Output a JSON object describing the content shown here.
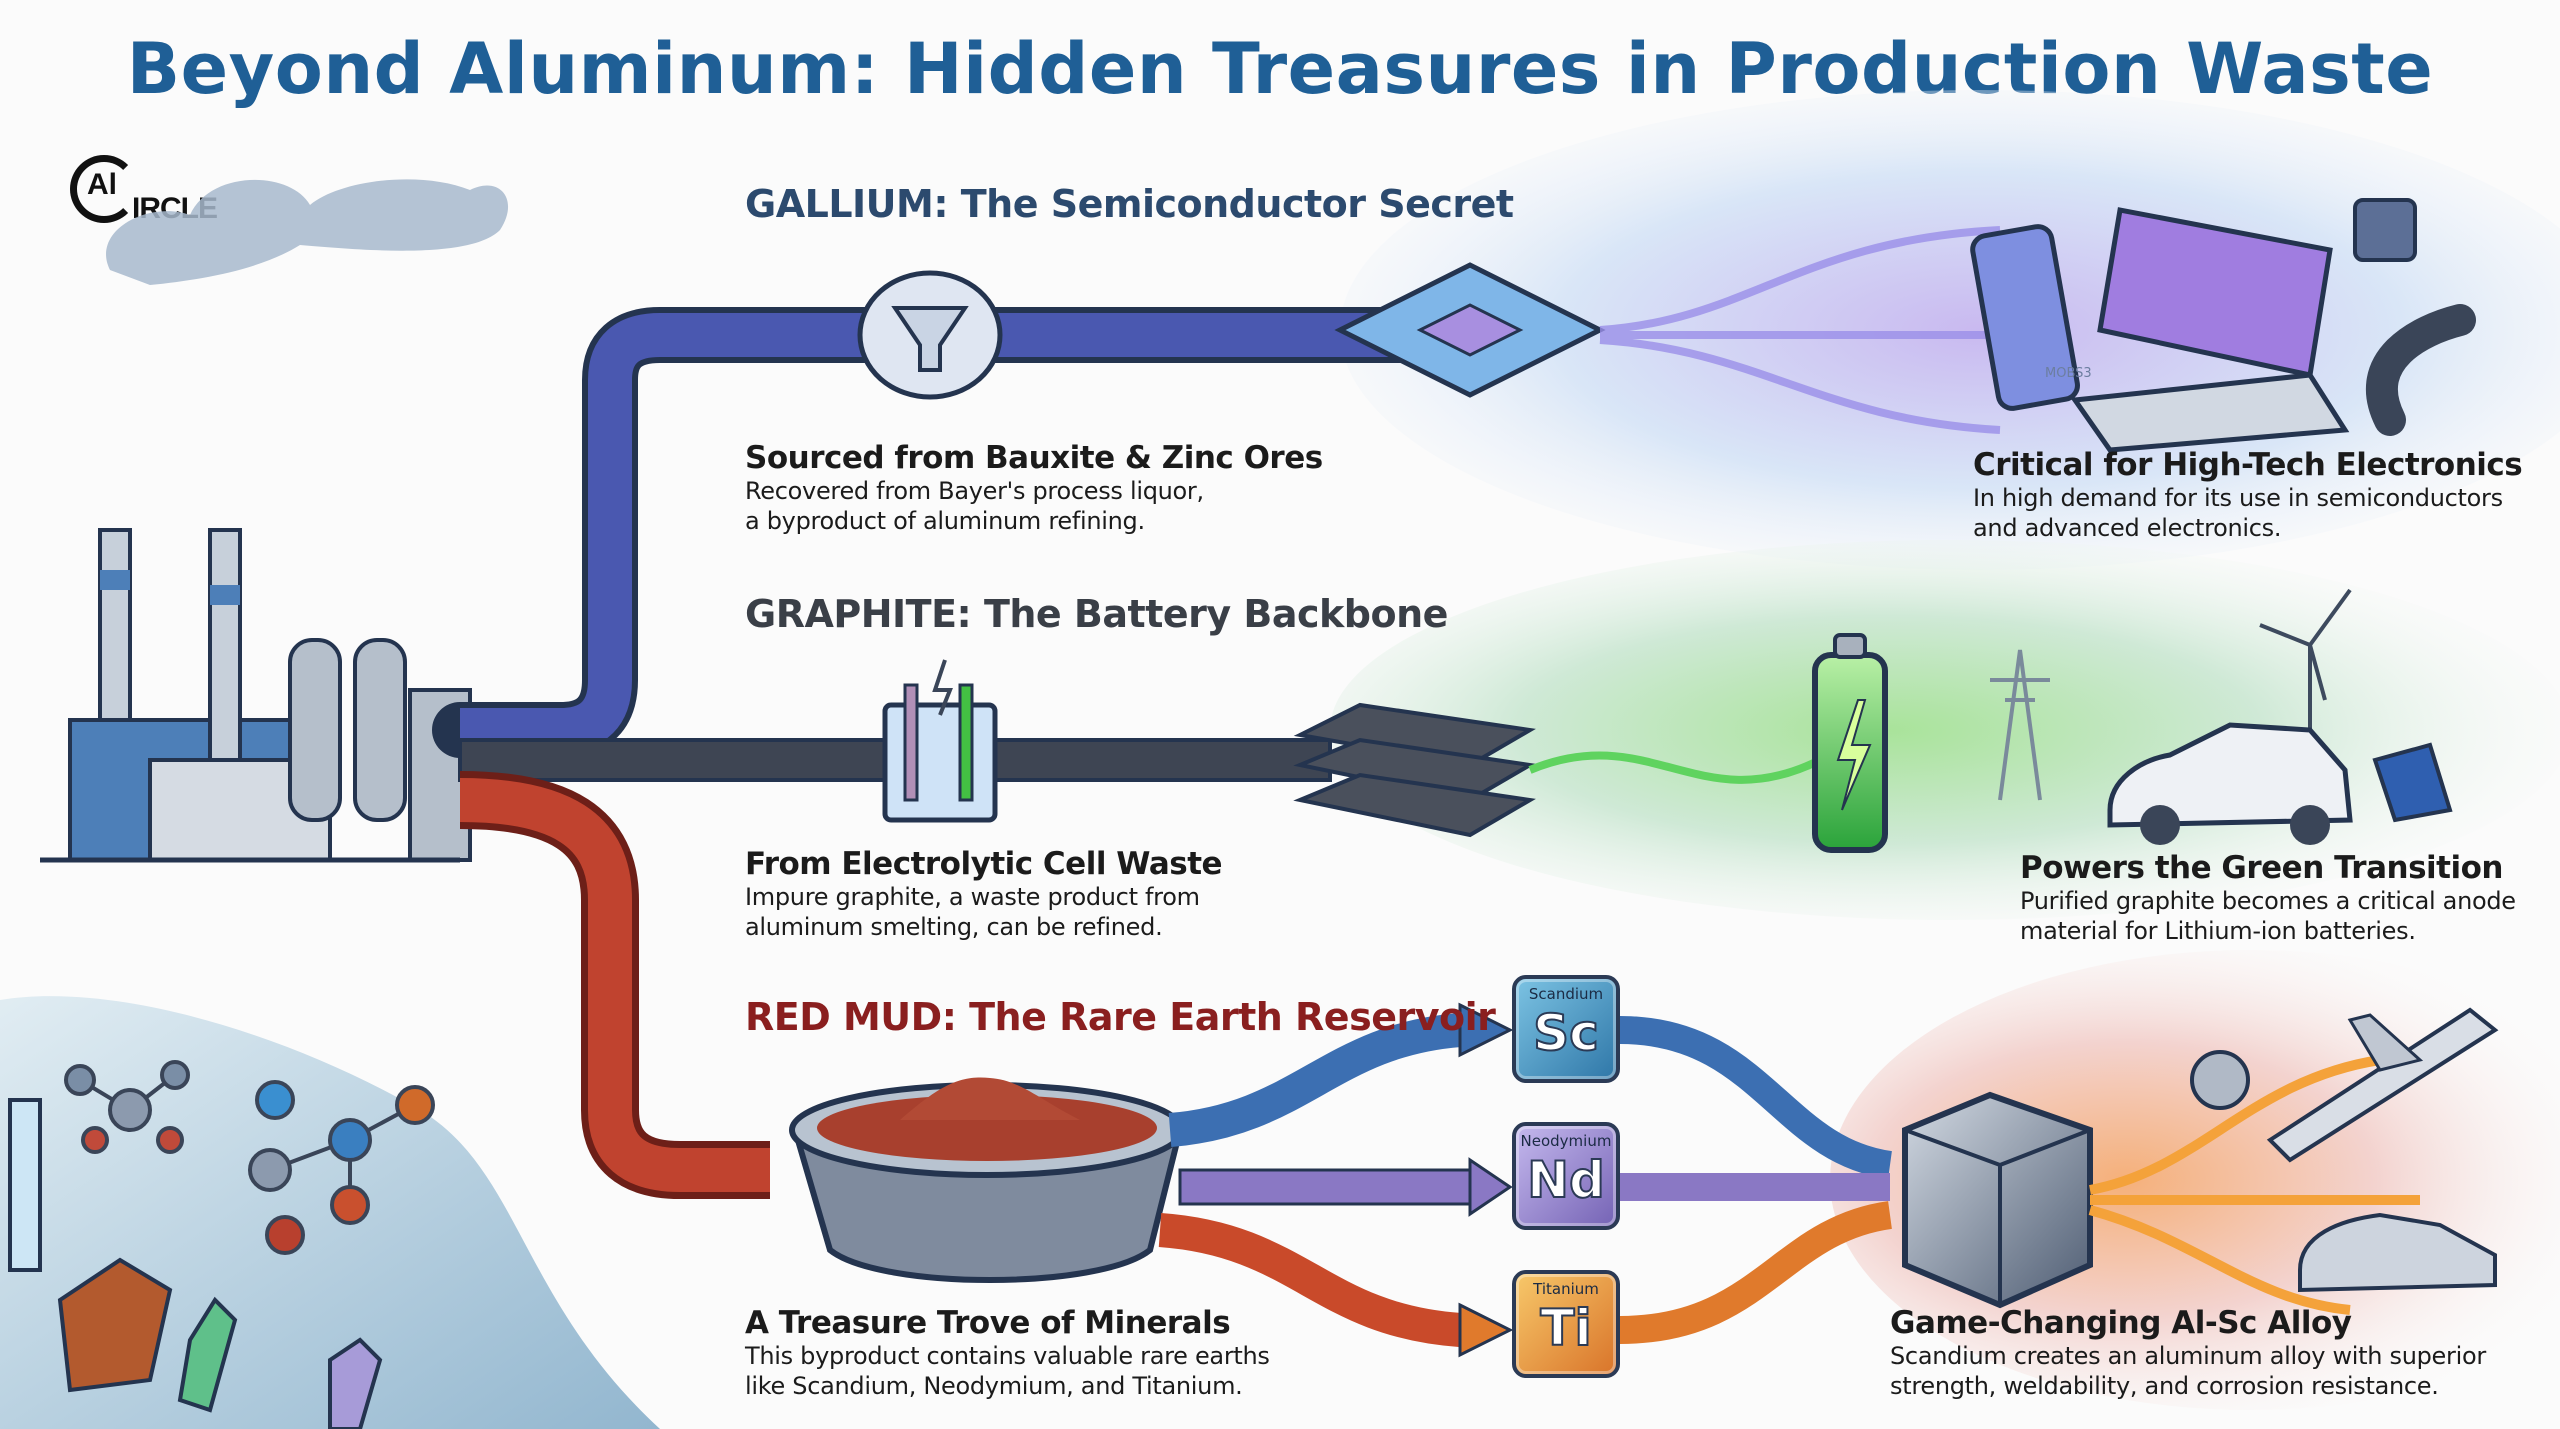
{
  "title": "Beyond Aluminum: Hidden Treasures in Production Waste",
  "logo": {
    "mark": "Al",
    "rest": "IRCLE",
    "full": "AlCIRCLE"
  },
  "colors": {
    "title": "#1f5f96",
    "gallium_heading": "#2c4a6e",
    "graphite_heading": "#3a3f47",
    "redmud_heading": "#8a1f1f",
    "gallium_pipe": "#3e4f9c",
    "graphite_pipe": "#3b4350",
    "redmud_pipe": "#b8392b",
    "scandium": "#3a8fb7",
    "neodymium": "#8a78c4",
    "titanium": "#e08a2c"
  },
  "sections": {
    "gallium": {
      "heading": "GALLIUM: The Semiconductor Secret",
      "icon": "funnel-icon",
      "source": {
        "title": "Sourced from Bauxite & Zinc Ores",
        "lines": [
          "Recovered from Bayer's process liquor,",
          "a byproduct of aluminum refining."
        ]
      },
      "use": {
        "title": "Critical for High-Tech Electronics",
        "lines": [
          "In high demand for its use in semiconductors",
          "and advanced electronics."
        ]
      },
      "decor_text": "MOBS3"
    },
    "graphite": {
      "heading": "GRAPHITE: The Battery Backbone",
      "icon": "electrolytic-cell-icon",
      "source": {
        "title": "From Electrolytic Cell Waste",
        "lines": [
          "Impure graphite, a waste product from",
          "aluminum smelting, can be refined."
        ]
      },
      "use": {
        "title": "Powers the Green Transition",
        "lines": [
          "Purified graphite becomes a critical anode",
          "material for Lithium-ion batteries."
        ]
      }
    },
    "redmud": {
      "heading": "RED MUD: The Rare Earth Reservoir",
      "icon": "red-mud-bowl-icon",
      "source": {
        "title": "A Treasure Trove of Minerals",
        "lines": [
          "This byproduct contains valuable rare earths",
          "like Scandium, Neodymium, and Titanium."
        ]
      },
      "elements": [
        {
          "name": "Scandium",
          "symbol": "Sc"
        },
        {
          "name": "Neodymium",
          "symbol": "Nd"
        },
        {
          "name": "Titanium",
          "symbol": "Ti"
        }
      ],
      "use": {
        "title": "Game-Changing Al-Sc Alloy",
        "lines": [
          "Scandium creates an aluminum alloy with superior",
          "strength, weldability, and corrosion resistance."
        ]
      }
    }
  }
}
